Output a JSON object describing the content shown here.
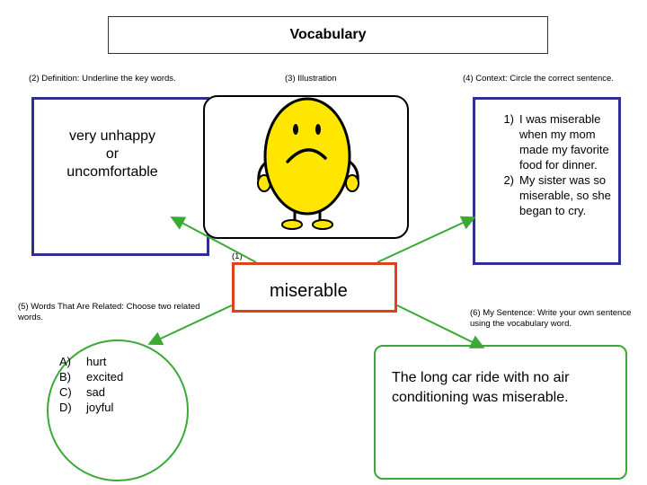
{
  "title": "Vocabulary",
  "sections": {
    "definition_label": "(2)  Definition:  Underline the key  words.",
    "illustration_label": "(3)  Illustration",
    "context_label": "(4)  Context:  Circle the correct sentence.",
    "word_label": "(1)",
    "related_label": "(5)  Words That Are Related:  Choose two related words.",
    "sentence_label": "(6) My Sentence:  Write your own sentence using the vocabulary word."
  },
  "definition": {
    "line1": "very unhappy",
    "line2": "or",
    "line3": "uncomfortable"
  },
  "vocab_word": "miserable",
  "context_sentences": [
    {
      "num": "1)",
      "text": "I was miserable when my mom made my favorite food for dinner."
    },
    {
      "num": "2)",
      "text": "My sister was so miserable, so she began to cry."
    }
  ],
  "related_words": [
    {
      "letter": "A)",
      "word": "hurt"
    },
    {
      "letter": "B)",
      "word": "excited"
    },
    {
      "letter": "C)",
      "word": "sad"
    },
    {
      "letter": "D)",
      "word": "joyful"
    }
  ],
  "my_sentence": "The long car ride with no air conditioning was miserable.",
  "colors": {
    "blue_box": "#2e3192",
    "red_box": "#e2401c",
    "green": "#3aaa35",
    "character_yellow": "#ffe600"
  },
  "icons": {
    "illustration": "sad-yellow-character"
  }
}
